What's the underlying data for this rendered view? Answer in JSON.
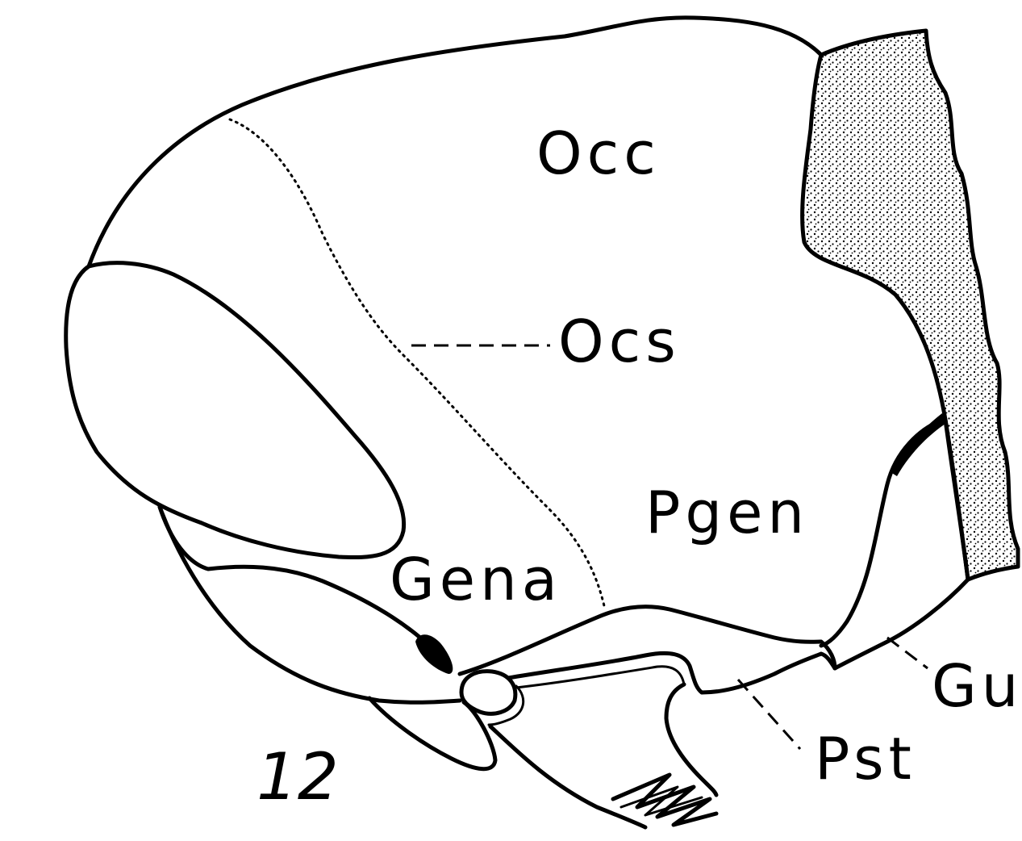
{
  "figure": {
    "number": "12",
    "labels": {
      "occ": "Occ",
      "ocs": "Ocs",
      "pgen": "Pgen",
      "gena": "Gena",
      "gu": "Gu",
      "pst": "Pst"
    }
  }
}
